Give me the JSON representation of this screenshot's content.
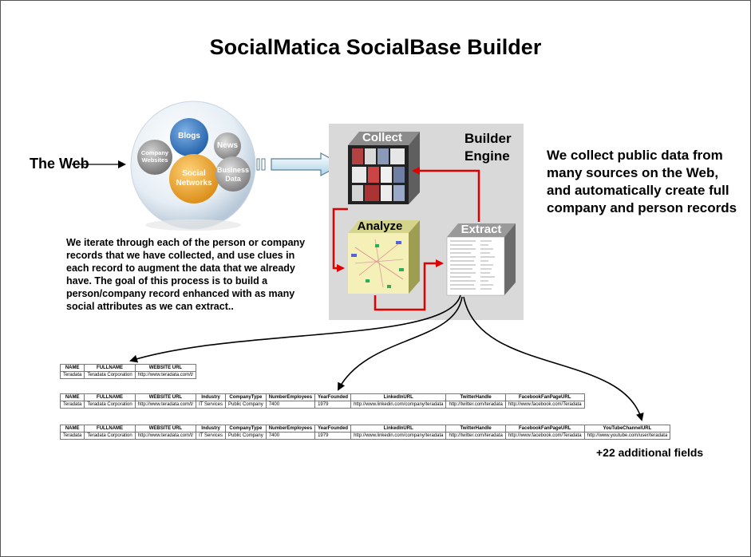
{
  "title": "SocialMatica SocialBase Builder",
  "web_label": "The Web",
  "bubbles": {
    "blogs": "Blogs",
    "news": "News",
    "company_websites": "Company Websites",
    "social_networks": "Social Networks",
    "business_data": "Business Data"
  },
  "engine": {
    "label": "Builder Engine",
    "collect": "Collect",
    "analyze": "Analyze",
    "extract": "Extract"
  },
  "right_description": "We collect public data from many sources on the Web,  and automatically create full company and person records",
  "left_description": "We iterate through each of the person or company records that we have collected, and use clues in each record to augment the data that we already have. The goal of this process is to build a person/company record enhanced with as many social attributes as we can extract..",
  "tables": [
    {
      "headers": [
        "NAME",
        "FULLNAME",
        "WEBSITE URL"
      ],
      "row": [
        "Teradata",
        "Teradata Corporation",
        "http://www.teradata.com/t/"
      ]
    },
    {
      "headers": [
        "NAME",
        "FULLNAME",
        "WEBSITE URL",
        "Industry",
        "CompanyType",
        "NumberEmployees",
        "YearFounded",
        "LinkedInURL",
        "TwitterHandle",
        "FacebookFanPageURL"
      ],
      "row": [
        "Teradata",
        "Teradata Corporation",
        "http://www.teradata.com/t/",
        "IT Services",
        "Public Company",
        "7400",
        "1979",
        "http://www.linkedin.com/company/teradata",
        "http://twitter.com/teradata",
        "http://www.facebook.com/Teradata"
      ]
    },
    {
      "headers": [
        "NAME",
        "FULLNAME",
        "WEBSITE URL",
        "Industry",
        "CompanyType",
        "NumberEmployees",
        "YearFounded",
        "LinkedInURL",
        "TwitterHandle",
        "FacebookFanPageURL",
        "YouTubeChannelURL"
      ],
      "row": [
        "Teradata",
        "Teradata Corporation",
        "http://www.teradata.com/t/",
        "IT Services",
        "Public Company",
        "7400",
        "1979",
        "http://www.linkedin.com/company/teradata",
        "http://twitter.com/teradata",
        "http://www.facebook.com/Teradata",
        "http://www.youtube.com/user/teradata"
      ]
    }
  ],
  "additional_fields": "+22 additional fields"
}
